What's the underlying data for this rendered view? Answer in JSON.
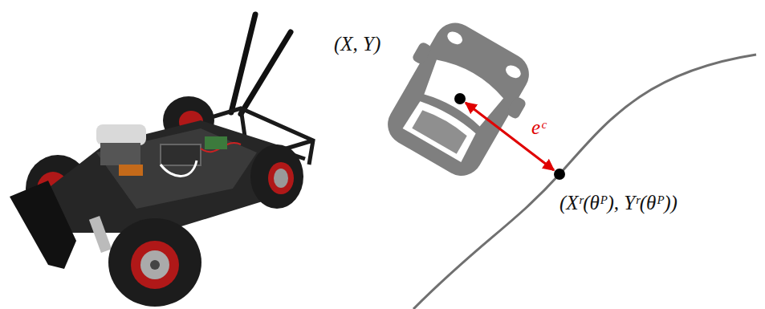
{
  "diagram": {
    "labels": [
      "(X, Y)",
      "eᶜ",
      "(Xʳ(θᴾ), Yʳ(θᴾ))"
    ]
  }
}
